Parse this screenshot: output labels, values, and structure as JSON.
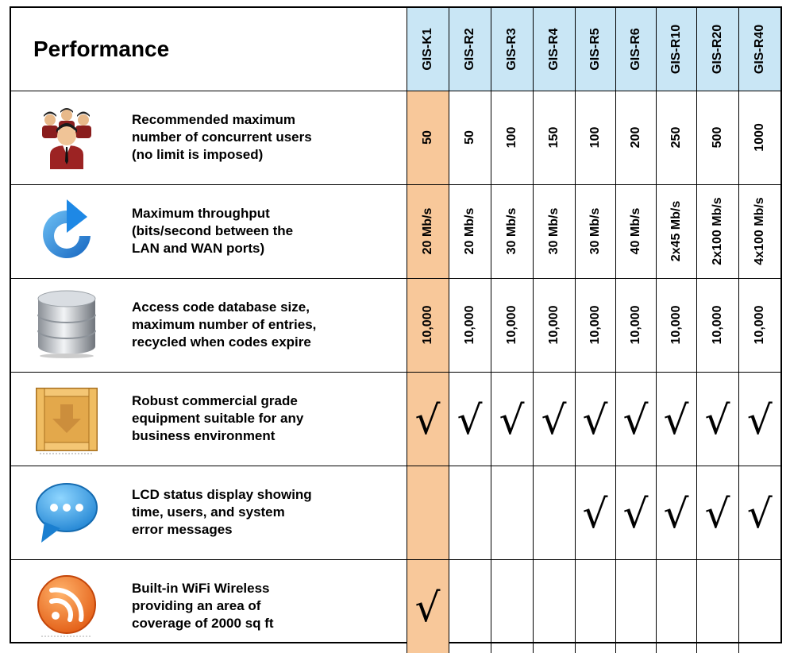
{
  "title": "Performance",
  "models": [
    "GIS-K1",
    "GIS-R2",
    "GIS-R3",
    "GIS-R4",
    "GIS-R5",
    "GIS-R6",
    "GIS-R10",
    "GIS-R20",
    "GIS-R40"
  ],
  "check_mark": "√",
  "rows": [
    {
      "icon": "users-icon",
      "description": [
        "Recommended maximum",
        "number of concurrent users",
        "(no limit is imposed)"
      ],
      "values": [
        "50",
        "50",
        "100",
        "150",
        "100",
        "200",
        "250",
        "500",
        "1000"
      ]
    },
    {
      "icon": "refresh-arrow-icon",
      "description": [
        "Maximum throughput",
        "(bits/second between the",
        "LAN and WAN ports)"
      ],
      "values": [
        "20 Mb/s",
        "20 Mb/s",
        "30 Mb/s",
        "30 Mb/s",
        "30 Mb/s",
        "40 Mb/s",
        "2x45 Mb/s",
        "2x100 Mb/s",
        "4x100 Mb/s"
      ]
    },
    {
      "icon": "database-icon",
      "description": [
        "Access code database size,",
        "maximum number of entries,",
        "recycled when codes expire"
      ],
      "values": [
        "10,000",
        "10,000",
        "10,000",
        "10,000",
        "10,000",
        "10,000",
        "10,000",
        "10,000",
        "10,000"
      ]
    },
    {
      "icon": "crate-icon",
      "description": [
        "Robust commercial grade",
        "equipment suitable for any",
        "business environment"
      ],
      "checks": [
        true,
        true,
        true,
        true,
        true,
        true,
        true,
        true,
        true
      ]
    },
    {
      "icon": "chat-bubble-icon",
      "description": [
        "LCD status display showing",
        "time, users, and system",
        "error messages"
      ],
      "checks": [
        false,
        false,
        false,
        false,
        true,
        true,
        true,
        true,
        true
      ]
    },
    {
      "icon": "wifi-feed-icon",
      "description": [
        "Built-in WiFi Wireless",
        "providing an area of",
        "coverage of 2000 sq ft"
      ],
      "checks": [
        true,
        false,
        false,
        false,
        false,
        false,
        false,
        false,
        false
      ]
    }
  ],
  "colors": {
    "header_bg": "#c9e6f5",
    "highlight_bg": "#f8c89a",
    "border": "#000000"
  }
}
